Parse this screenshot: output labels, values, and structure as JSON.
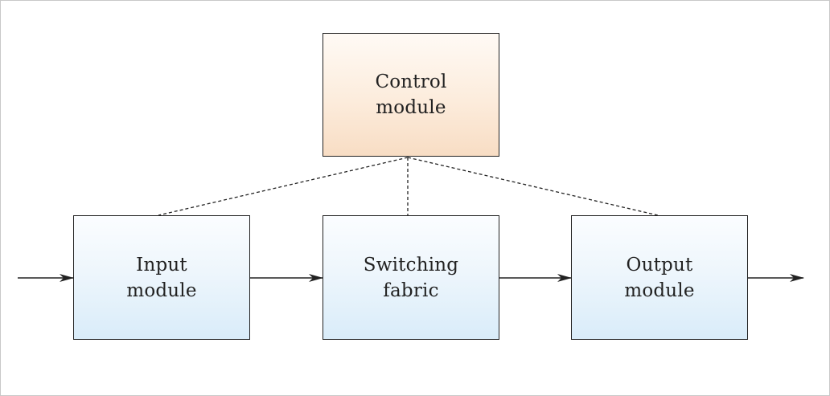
{
  "diagram": {
    "nodes": {
      "control": {
        "label": "Control\nmodule",
        "color": "#fae3cc"
      },
      "input": {
        "label": "Input\nmodule",
        "color": "#dbeefa"
      },
      "switching": {
        "label": "Switching\nfabric",
        "color": "#dbeefa"
      },
      "output": {
        "label": "Output\nmodule",
        "color": "#dbeefa"
      }
    },
    "edges": [
      {
        "from": "external",
        "to": "input",
        "style": "solid-arrow"
      },
      {
        "from": "input",
        "to": "switching",
        "style": "solid-arrow"
      },
      {
        "from": "switching",
        "to": "output",
        "style": "solid-arrow"
      },
      {
        "from": "output",
        "to": "external",
        "style": "solid-arrow"
      },
      {
        "from": "control",
        "to": "input",
        "style": "dashed"
      },
      {
        "from": "control",
        "to": "switching",
        "style": "dashed"
      },
      {
        "from": "control",
        "to": "output",
        "style": "dashed"
      }
    ]
  }
}
